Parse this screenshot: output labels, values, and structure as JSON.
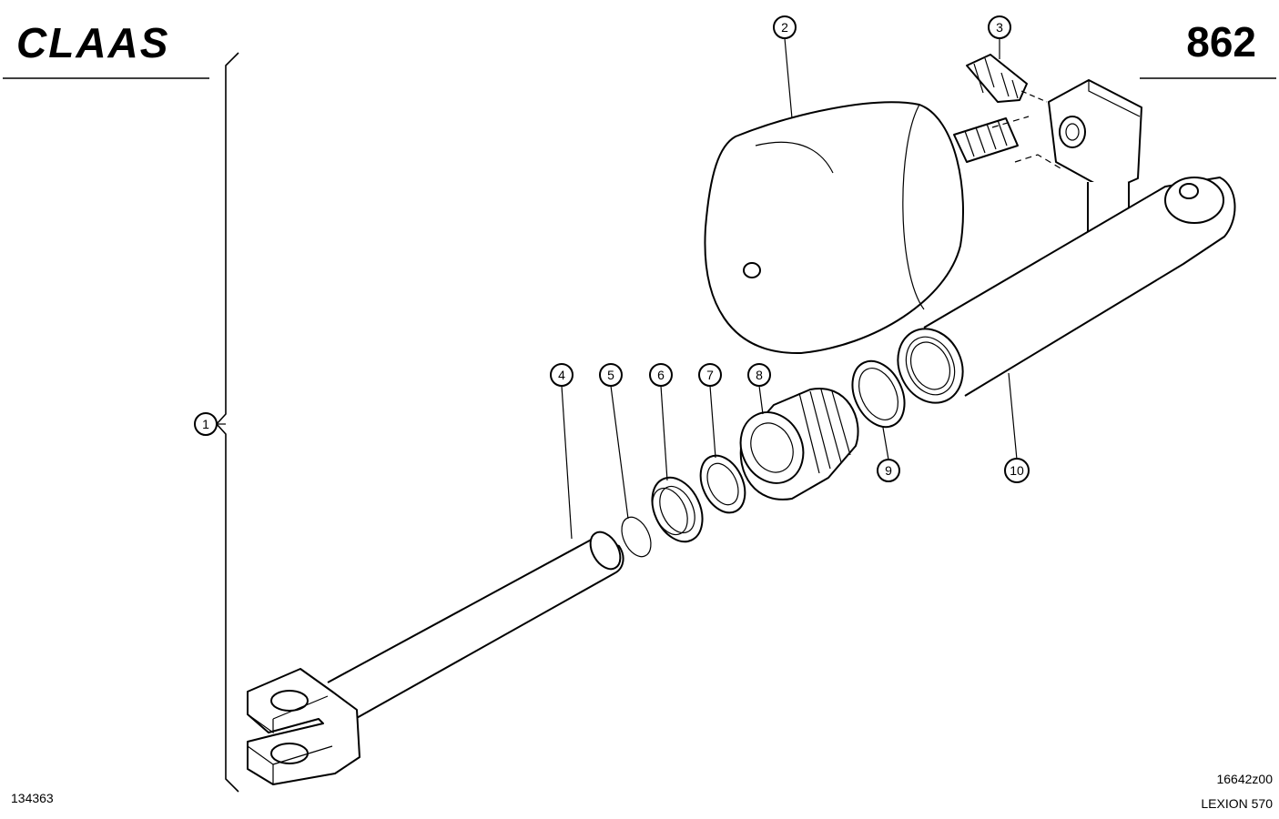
{
  "header": {
    "brand_logo_text": "CLAAS",
    "page_number": "862"
  },
  "footer": {
    "image_id": "134363",
    "drawing_number": "16642z00",
    "model": "LEXION 570"
  },
  "callouts": [
    {
      "id": "1"
    },
    {
      "id": "2"
    },
    {
      "id": "3"
    },
    {
      "id": "4"
    },
    {
      "id": "5"
    },
    {
      "id": "6"
    },
    {
      "id": "7"
    },
    {
      "id": "8"
    },
    {
      "id": "9"
    },
    {
      "id": "10"
    }
  ]
}
